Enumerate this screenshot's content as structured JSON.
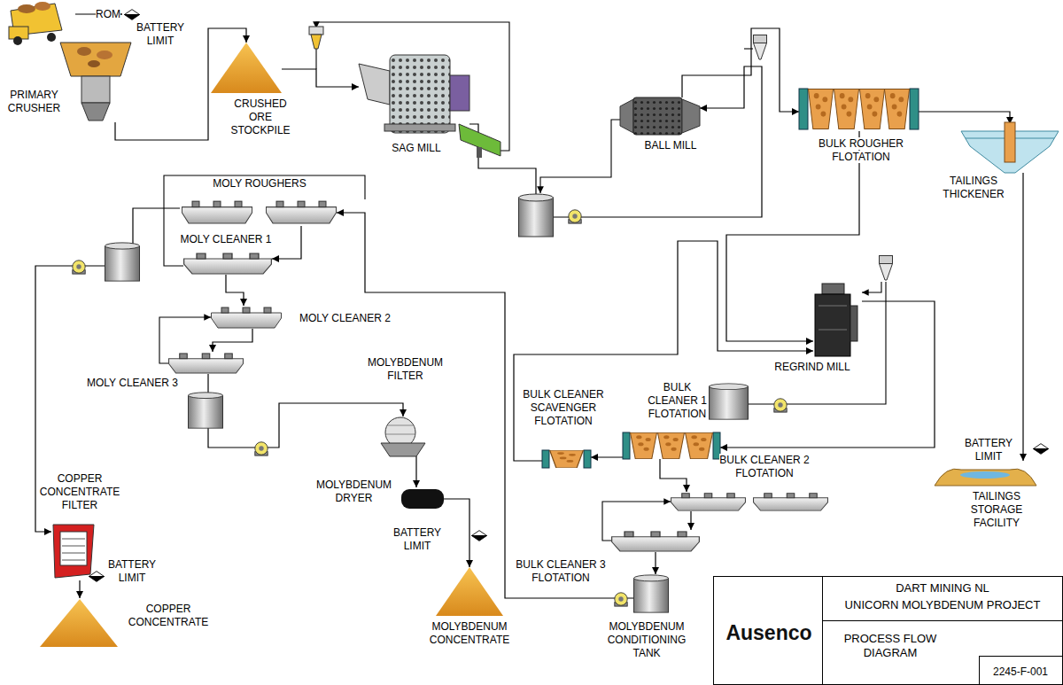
{
  "diagram": {
    "nodes": [
      {
        "text": [
          "PRIMARY CRUSHER"
        ]
      },
      {
        "text": [
          "CRUSHED ORE STOCKPILE"
        ]
      },
      {
        "text": [
          "SAG MILL"
        ]
      },
      {
        "text": [
          "BALL MILL"
        ]
      },
      {
        "text": [
          "BULK ROUGHER FLOTATION"
        ]
      },
      {
        "text": [
          "TAILINGS THICKENER"
        ]
      },
      {
        "text": [
          "MOLY ROUGHERS"
        ]
      },
      {
        "text": [
          "MOLY CLEANER 1"
        ]
      },
      {
        "text": [
          "MOLY CLEANER 2"
        ]
      },
      {
        "text": [
          "MOLY CLEANER 3"
        ]
      },
      {
        "text": [
          "MOLYBDENUM FILTER"
        ]
      },
      {
        "text": [
          "MOLYBDENUM DRYER"
        ]
      },
      {
        "text": [
          "MOLYBDENUM CONCENTRATE"
        ]
      },
      {
        "text": [
          "COPPER CONCENTRATE FILTER"
        ]
      },
      {
        "text": [
          "COPPER CONCENTRATE"
        ]
      },
      {
        "text": [
          "BULK CLEANER SCAVENGER FLOTATION"
        ]
      },
      {
        "text": [
          "BULK CLEANER 1 FLOTATION"
        ]
      },
      {
        "text": [
          "REGRIND MILL"
        ]
      },
      {
        "text": [
          "BULK CLEANER 2 FLOTATION"
        ]
      },
      {
        "text": [
          "BULK CLEANER 3 FLOTATION"
        ]
      },
      {
        "text": [
          "MOLYBDENUM CONDITIONING TANK"
        ]
      },
      {
        "text": [
          "TAILINGS STORAGE FACILITY"
        ]
      }
    ],
    "edges": [
      {
        "from": 0,
        "to": 1,
        "arrow": "to"
      },
      {
        "from": 1,
        "to": 2,
        "arrow": "to"
      },
      {
        "from": 2,
        "to": 3,
        "arrow": "to"
      },
      {
        "from": 3,
        "to": 4,
        "arrow": "to"
      },
      {
        "from": 4,
        "to": 5,
        "arrow": "to"
      },
      {
        "from": 5,
        "to": 21,
        "arrow": "to"
      },
      {
        "from": 4,
        "to": 17,
        "arrow": "to"
      },
      {
        "from": 17,
        "to": 16,
        "arrow": "to"
      },
      {
        "from": 16,
        "to": 15,
        "arrow": "to"
      },
      {
        "from": 15,
        "to": 17,
        "arrow": "to"
      },
      {
        "from": 16,
        "to": 18,
        "arrow": "to"
      },
      {
        "from": 18,
        "to": 19,
        "arrow": "to"
      },
      {
        "from": 19,
        "to": 20,
        "arrow": "to"
      },
      {
        "from": 20,
        "to": 6,
        "arrow": "to"
      },
      {
        "from": 6,
        "to": 7,
        "arrow": "to"
      },
      {
        "from": 7,
        "to": 8,
        "arrow": "to"
      },
      {
        "from": 8,
        "to": 9,
        "arrow": "to"
      },
      {
        "from": 9,
        "to": 10,
        "arrow": "to"
      },
      {
        "from": 10,
        "to": 11,
        "arrow": "to"
      },
      {
        "from": 11,
        "to": 12,
        "arrow": "to"
      },
      {
        "from": 6,
        "to": 13,
        "arrow": "to"
      },
      {
        "from": 13,
        "to": 14,
        "arrow": "to"
      }
    ],
    "labels": [
      "ROM",
      "BATTERY LIMIT",
      "BATTERY LIMIT",
      "BATTERY LIMIT",
      "BATTERY LIMIT",
      "DART MINING NL",
      "UNICORN MOLYBDENUM PROJECT",
      "Ausenco",
      "PROCESS FLOW DIAGRAM",
      "2245-F-001"
    ]
  }
}
